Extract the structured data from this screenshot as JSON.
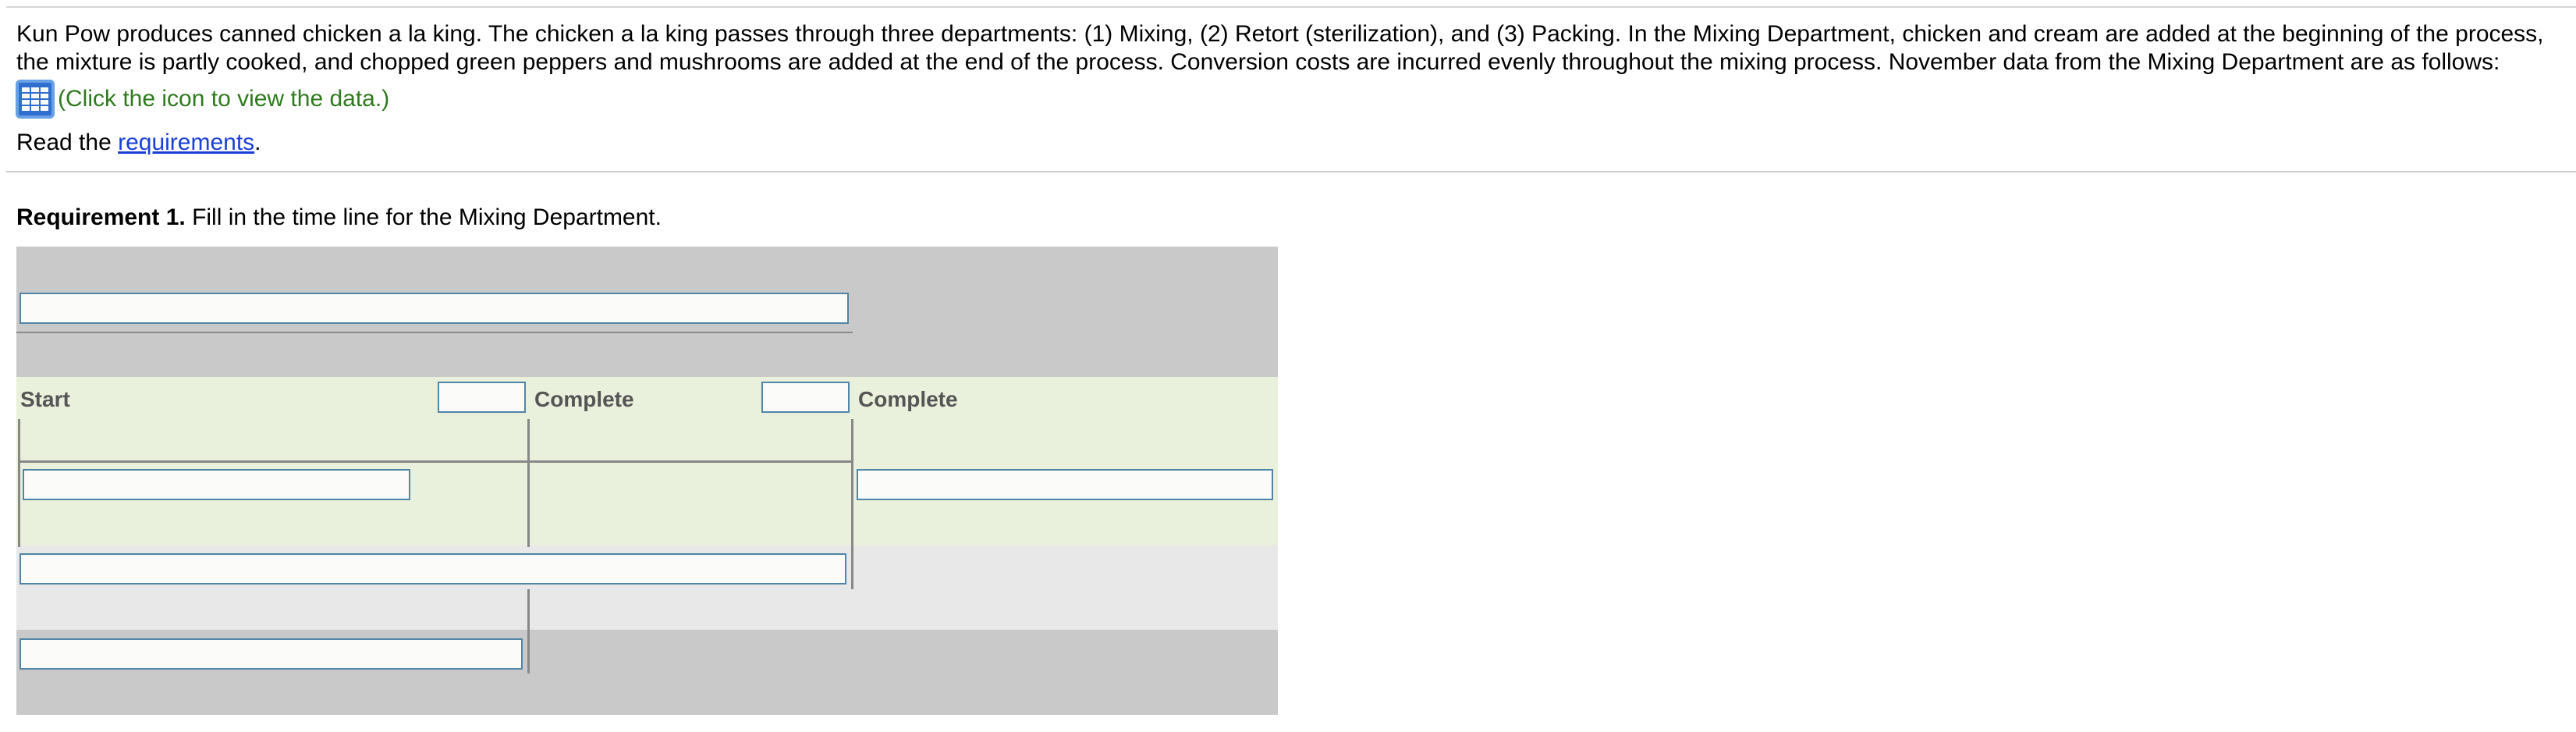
{
  "intro_text": "Kun Pow produces canned chicken a la king. The chicken a la king passes through three departments: (1) Mixing, (2) Retort (sterilization), and (3) Packing. In the Mixing Department, chicken and cream are added at the beginning of the process, the mixture is partly cooked, and chopped green peppers and mushrooms are added at the end of the process. Conversion costs are incurred evenly throughout the mixing process. November data from the Mixing Department are as follows:",
  "data_link": {
    "icon": "table-grid-icon",
    "text": "(Click the icon to view the data.)"
  },
  "read_line": {
    "prefix": "Read the ",
    "link_text": "requirements",
    "suffix": "."
  },
  "requirement": {
    "label": "Requirement 1.",
    "text": " Fill in the time line for the Mixing Department."
  },
  "timeline": {
    "start_label": "Start",
    "complete_label_1": "Complete",
    "complete_label_2": "Complete",
    "inputs": {
      "title": "",
      "start_to_complete_1": "",
      "complete_1_to_complete_2": "",
      "left_segment": "",
      "right_segment": "",
      "units_span_row": "",
      "bottom_row": ""
    }
  },
  "colors": {
    "header_band": "#c9c9c9",
    "timeline_band": "#e9f0dc",
    "light_band": "#e8e8e8",
    "link_green": "#2e7a1c",
    "link_blue": "#1a3fd6",
    "input_border": "#4f86a8"
  }
}
